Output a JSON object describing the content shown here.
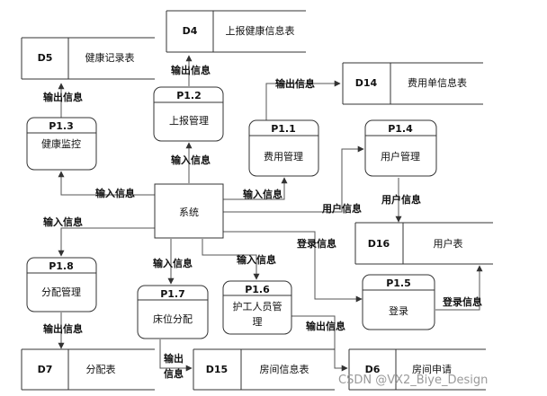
{
  "stores": {
    "d5": {
      "id": "D5",
      "name": "健康记录表"
    },
    "d4": {
      "id": "D4",
      "name": "上报健康信息表"
    },
    "d14": {
      "id": "D14",
      "name": "费用单信息表"
    },
    "d16": {
      "id": "D16",
      "name": "用户表"
    },
    "d7": {
      "id": "D7",
      "name": "分配表"
    },
    "d15": {
      "id": "D15",
      "name": "房间信息表"
    },
    "d6": {
      "id": "D6",
      "name": "房间申请"
    }
  },
  "processes": {
    "p13": {
      "id": "P1.3",
      "name": "健康监控"
    },
    "p12": {
      "id": "P1.2",
      "name": "上报管理"
    },
    "p11": {
      "id": "P1.1",
      "name": "费用管理"
    },
    "p14": {
      "id": "P1.4",
      "name": "用户管理"
    },
    "p18": {
      "id": "P1.8",
      "name": "分配管理"
    },
    "p17": {
      "id": "P1.7",
      "name": "床位分配"
    },
    "p16": {
      "id": "P1.6",
      "name_line1": "护工人员管",
      "name_line2": "理"
    },
    "p15": {
      "id": "P1.5",
      "name": "登录"
    }
  },
  "system": {
    "name": "系统"
  },
  "labels": {
    "out_p12_d4": "输出信息",
    "out_p13_d5": "输出信息",
    "out_p11_d14": "输出信息",
    "in_sys_p12": "输入信息",
    "in_sys_p13": "输入信息",
    "in_sys_p11": "输入信息",
    "user_info_sys": "用户信息",
    "user_info_p14": "用户信息",
    "in_sys_p18": "输入信息",
    "in_sys_p17": "输入信息",
    "in_sys_p16": "输入信息",
    "login_info_sys": "登录信息",
    "login_info_p15": "登录信息",
    "out_p18_d7": "输出信息",
    "out_p17_d15_l1": "输出",
    "out_p17_d15_l2": "信息",
    "out_p16_d6": "输出信息"
  },
  "watermark": "CSDN @VX2_Biye_Design"
}
